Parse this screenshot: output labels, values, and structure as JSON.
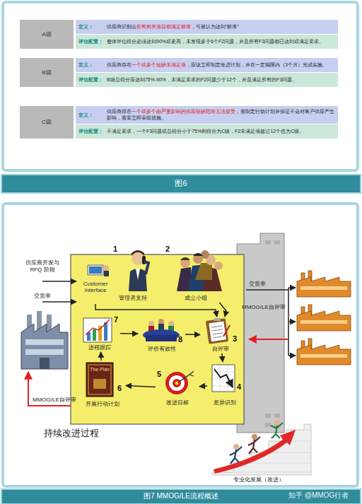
{
  "diagram": {
    "caption": "图7 MMOG/LE流程概述",
    "nodes": [
      {
        "text": [
          "A级"
        ]
      },
      {
        "text": [
          "定义：",
          "供应商识别出",
          "所有相关项目都满足标准",
          "，可被认为达到“标准”"
        ],
        "in": 0
      },
      {
        "text": [
          "评估配置：",
          "整体评估得分必须达到90%或更高，未发现多于6个F2问题，并且所有F3问题都已达到或满足要求。"
        ],
        "in": 0
      },
      {
        "text": [
          "B级"
        ]
      },
      {
        "text": [
          "定义：",
          "供应商存在",
          "一个或多个短缺未满足项",
          "，应该立即制定改进计划，并在一定期限内（3个月）完成实施。"
        ],
        "in": 3
      },
      {
        "text": [
          "评估配置：",
          "B级总得分应达到75%-90%，未满足要求的F2问题少于12个，并且满足所有的F3问题。"
        ],
        "in": 3
      },
      {
        "text": [
          "C级"
        ]
      },
      {
        "text": [
          "定义：",
          "供应商存在",
          "一个或多个由严重影响的供应链缺陷而无法接受",
          "，需制定行动计划并保证不会对客户供应产生影响，需要立即采取措施。"
        ],
        "in": 6
      },
      {
        "text": [
          "评估配置：",
          "不满足要求，一个F3问题或总得分小于75%则得分为C级，F2未满足项超过12个也为C级。"
        ],
        "in": 6
      },
      {
        "text": [
          "1",
          "管理者支持"
        ]
      },
      {
        "text": [
          "2",
          "成立小组"
        ]
      },
      {
        "text": [
          "Customer Interface"
        ]
      },
      {
        "text": [
          "3",
          "自评审"
        ]
      },
      {
        "text": [
          "4",
          "差异识别"
        ]
      },
      {
        "text": [
          "5",
          "改进目标"
        ]
      },
      {
        "text": [
          "6",
          "开展行动计划"
        ]
      },
      {
        "text": [
          "7",
          "进程跟踪"
        ]
      },
      {
        "text": [
          "8",
          "评价有效性"
        ]
      }
    ],
    "edges": [
      {
        "from": 11,
        "to": 12,
        "arrow": "to"
      },
      {
        "from": 10,
        "to": 12,
        "arrow": "to"
      },
      {
        "from": 12,
        "to": 13,
        "arrow": "to"
      },
      {
        "from": 13,
        "to": 14,
        "arrow": "to"
      },
      {
        "from": 14,
        "to": 15,
        "arrow": "to"
      },
      {
        "from": 15,
        "to": 16,
        "arrow": "to"
      },
      {
        "from": 16,
        "to": 17,
        "arrow": "to"
      },
      {
        "from": 17,
        "to": 12,
        "arrow": "to"
      }
    ],
    "labels": [
      "供应商开发与RFQ 阶段",
      "交货率",
      "MMOG/LE自评审",
      "交货率",
      "MMOG/LE自评审",
      "The Plan",
      "持续改进过程",
      "专业化发展（改进）",
      "知乎 @MMOG行者",
      "图6"
    ]
  }
}
